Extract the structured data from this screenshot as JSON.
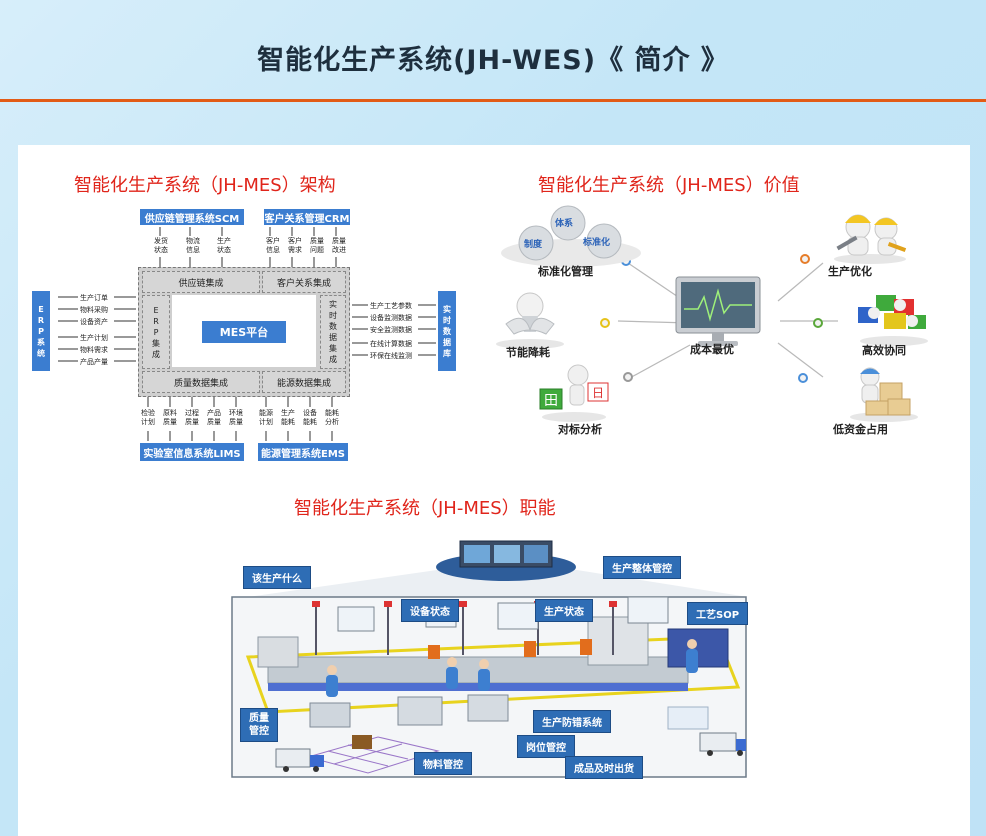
{
  "header": {
    "title": "智能化生产系统(JH-WES)《 简介 》"
  },
  "arch": {
    "title": "智能化生产系统（JH-MES）架构",
    "scm": "供应链管理系统SCM",
    "crm": "客户关系管理CRM",
    "scm_items": [
      "发货\n状态",
      "物流\n信息",
      "生产\n状态"
    ],
    "crm_items": [
      "客户\n信息",
      "客户\n需求",
      "质量\n问题",
      "质量\n改进"
    ],
    "supply_chain": "供应链集成",
    "customer_rel": "客户关系集成",
    "erp_int": "E\nR\nP\n集\n成",
    "mes": "MES平台",
    "realtime_int": "实\n时\n数\n据\n集\n成",
    "quality_int": "质量数据集成",
    "energy_int": "能源数据集成",
    "erp": "E\nR\nP\n系\n统",
    "erp_items": [
      "生产订单",
      "物料采购",
      "设备资产",
      "生产计划",
      "物料需求",
      "产品产量"
    ],
    "realtime": "实\n时\n数\n据\n库",
    "rt_items": [
      "生产工艺参数",
      "设备监测数据",
      "安全监测数据",
      "在线计算数据",
      "环保在线监测"
    ],
    "lims_items": [
      "检验\n计划",
      "原料\n质量",
      "过程\n质量",
      "产品\n质量",
      "环境\n质量"
    ],
    "ems_items": [
      "能源\n计划",
      "生产\n能耗",
      "设备\n能耗",
      "能耗\n分析"
    ],
    "lims": "实验室信息系统LIMS",
    "ems": "能源管理系统EMS"
  },
  "value": {
    "title": "智能化生产系统（JH-MES）价值",
    "center": "成本最优",
    "std_words": [
      "体系",
      "制度",
      "标准化"
    ],
    "items": [
      "标准化管理",
      "生产优化",
      "节能降耗",
      "高效协同",
      "对标分析",
      "低资金占用"
    ]
  },
  "functions": {
    "title": "智能化生产系统（JH-MES）职能",
    "tags": [
      "生产整体管控",
      "该生产什么",
      "设备状态",
      "生产状态",
      "工艺SOP",
      "质量\n管控",
      "生产防错系统",
      "岗位管控",
      "物料管控",
      "成品及时出货"
    ]
  },
  "colors": {
    "accent": "#e25b16",
    "title_red": "#e0251b",
    "blue": "#3b7dd0"
  }
}
